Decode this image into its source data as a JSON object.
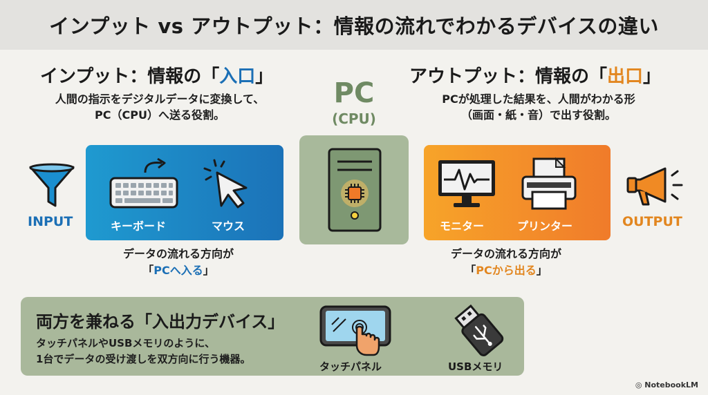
{
  "title": "インプット vs アウトプット：情報の流れでわかるデバイスの違い",
  "input": {
    "heading_prefix": "インプット：情報の",
    "heading_open": "「",
    "heading_key": "入口",
    "heading_close": "」",
    "desc_line1": "人間の指示をデジタルデータに変換して、",
    "desc_line2": "PC（CPU）へ送る役割。",
    "side_label": "INPUT",
    "devices": [
      "キーボード",
      "マウス"
    ],
    "flow_line1": "データの流れる方向が",
    "flow_open": "「",
    "flow_key": "PCへ入る",
    "flow_close": "」"
  },
  "pc": {
    "label": "PC",
    "sublabel": "(CPU)"
  },
  "output": {
    "heading_prefix": "アウトプット：情報の",
    "heading_open": "「",
    "heading_key": "出口",
    "heading_close": "」",
    "desc_line1": "PCが処理した結果を、人間がわかる形",
    "desc_line2": "（画面・紙・音）で出す役割。",
    "side_label": "OUTPUT",
    "devices": [
      "モニター",
      "プリンター"
    ],
    "flow_line1": "データの流れる方向が",
    "flow_open": "「",
    "flow_key": "PCから出る",
    "flow_close": "」"
  },
  "both": {
    "title": "両方を兼ねる「入出力デバイス」",
    "desc_line1": "タッチパネルやUSBメモリのように、",
    "desc_line2": "1台でデータの受け渡しを双方向に行う機器。",
    "devices": [
      "タッチパネル",
      "USBメモリ"
    ]
  },
  "brand": "NotebookLM",
  "colors": {
    "input_accent": "#1b6fb5",
    "output_accent": "#e2861f",
    "pc_accent": "#6f8a63"
  },
  "icons": [
    "funnel-icon",
    "keyboard-icon",
    "mouse-cursor-icon",
    "pc-tower-icon",
    "monitor-icon",
    "printer-icon",
    "megaphone-icon",
    "touch-panel-icon",
    "usb-memory-icon"
  ]
}
